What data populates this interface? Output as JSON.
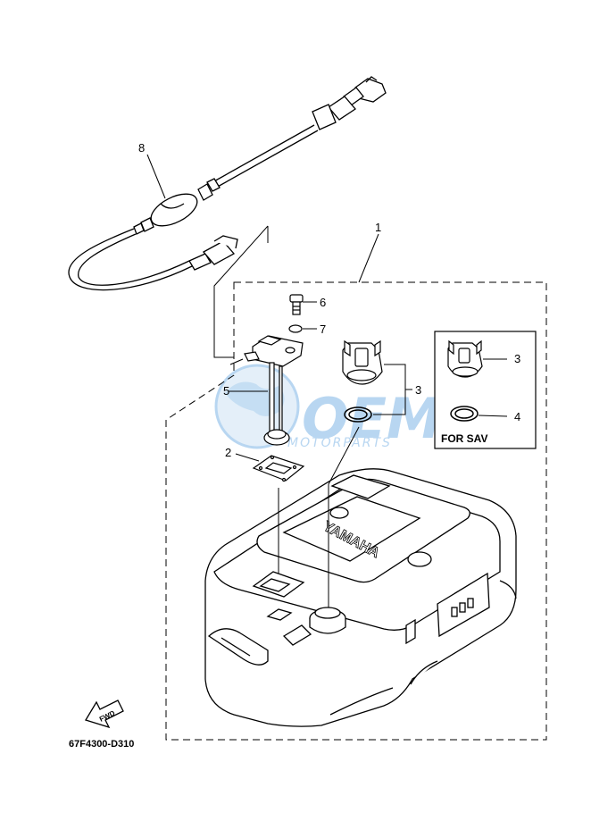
{
  "diagram": {
    "code": "67F4300-D310",
    "callouts": {
      "c1": "1",
      "c2": "2",
      "c3a": "3",
      "c3b": "3",
      "c4": "4",
      "c5": "5",
      "c6": "6",
      "c7": "7",
      "c8": "8"
    },
    "for_sav_label": "FOR SAV",
    "fwd_label": "FWD",
    "tank_brand": "YAMAHA"
  },
  "watermark": {
    "logo": "OEM",
    "text": "MOTORPARTS",
    "color": "#7fb6e6"
  },
  "colors": {
    "line": "#000000",
    "background": "#ffffff",
    "watermark": "#7fb6e6"
  }
}
